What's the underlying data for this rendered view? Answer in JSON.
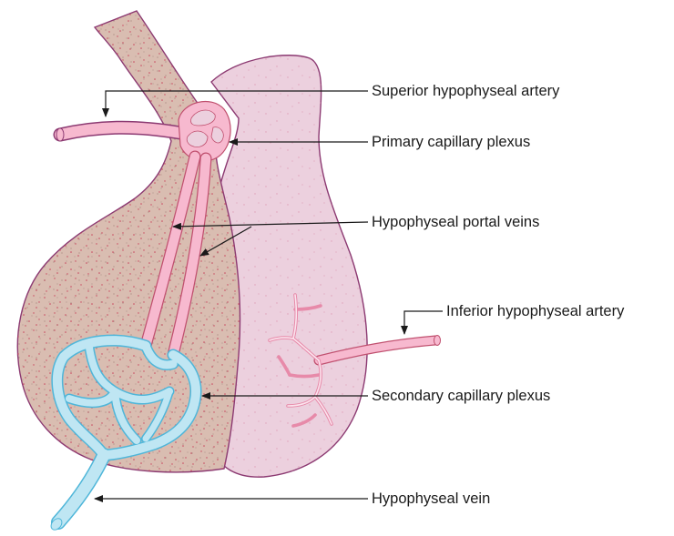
{
  "labels": {
    "superior_artery": "Superior hypophyseal artery",
    "primary_plexus": "Primary capillary plexus",
    "portal_veins": "Hypophyseal portal veins",
    "inferior_artery": "Inferior hypophyseal artery",
    "secondary_plexus": "Secondary capillary plexus",
    "vein": "Hypophyseal vein"
  },
  "colors": {
    "anterior_lobe": "#d9bdb1",
    "posterior_lobe": "#ecd0de",
    "outline": "#8c3a72",
    "artery": "#f7b9cf",
    "vein": "#bfe6f3",
    "vein_outline": "#4fb6d9",
    "speckle": "#c9475e"
  }
}
